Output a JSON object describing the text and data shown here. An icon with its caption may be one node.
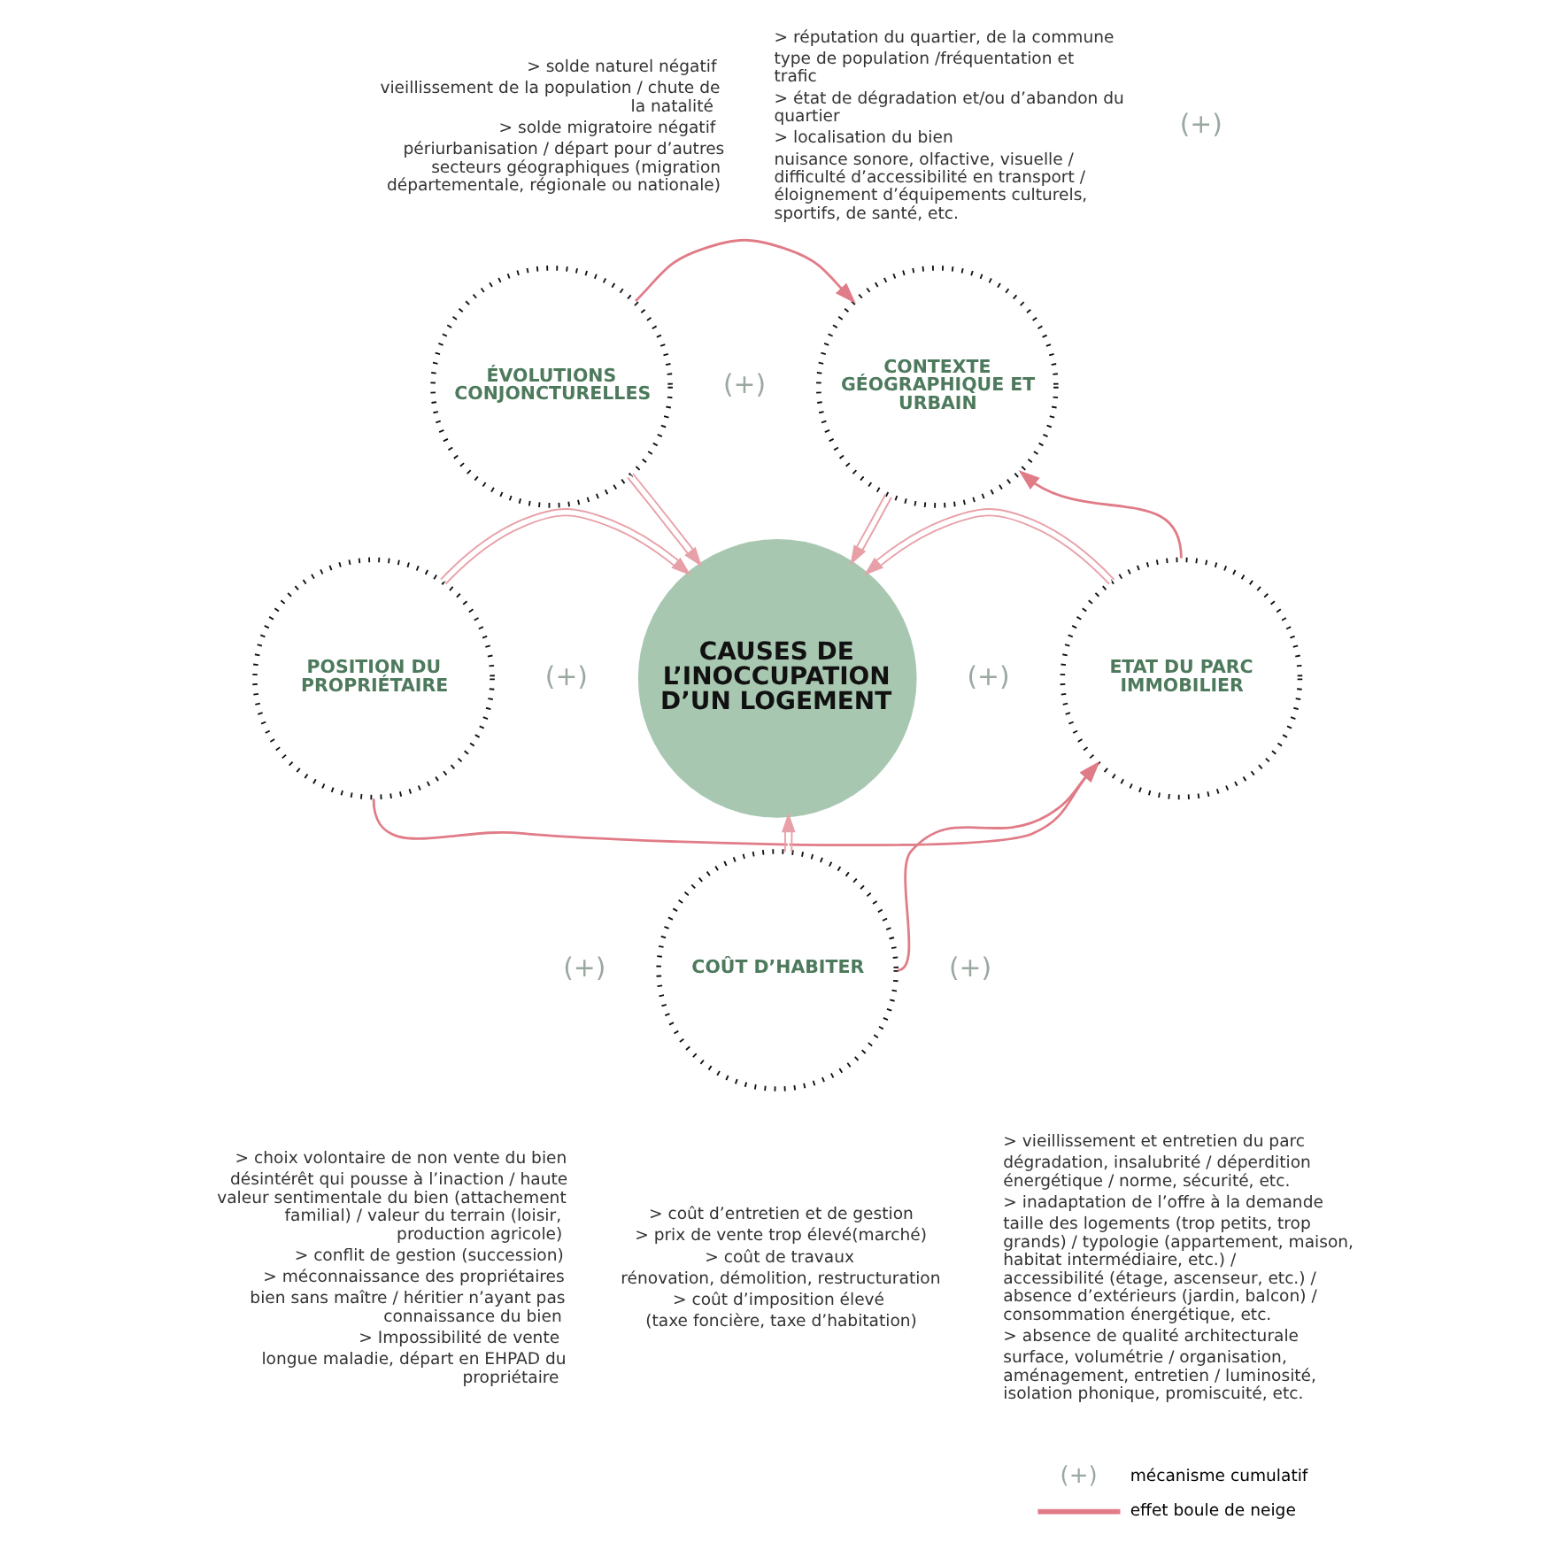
{
  "diagram": {
    "nodes": [
      {
        "text": [
          "CAUSES DE L’INOCCUPATION D’UN LOGEMENT"
        ]
      },
      {
        "text": [
          "ÉVOLUTIONS CONJONCTURELLES"
        ],
        "beside": [
          "> solde naturel négatif",
          "vieillissement de la population / chute de la natalité",
          "> solde migratoire négatif",
          "périurbanisation / départ pour d’autres secteurs géographiques (migration départementale, régionale ou nationale)"
        ]
      },
      {
        "text": [
          "CONTEXTE GÉOGRAPHIQUE ET URBAIN"
        ],
        "beside": [
          "> réputation du quartier, de la commune",
          "type de population /fréquentation et trafic",
          "> état de dégradation et/ou d’abandon du quartier",
          "> localisation du bien",
          "nuisance sonore, olfactive, visuelle / difficulté d’accessibilité en transport / éloignement d’équipements culturels, sportifs, de santé, etc."
        ]
      },
      {
        "text": [
          "POSITION DU PROPRIÉTAIRE"
        ],
        "beside": [
          "> choix volontaire de non vente du bien",
          "désintérêt qui pousse à l’inaction / haute valeur sentimentale du bien (attachement familial) / valeur du terrain (loisir, production agricole)",
          "> conflit de gestion (succession)",
          "> méconnaissance des propriétaires",
          "bien sans maître / héritier n’ayant pas connaissance du bien",
          "> Impossibilité de vente",
          "longue maladie, départ en EHPAD du propriétaire"
        ]
      },
      {
        "text": [
          "ETAT DU PARC IMMOBILIER"
        ],
        "beside": [
          "> vieillissement et entretien du parc",
          "dégradation, insalubrité / déperdition énergétique / norme, sécurité, etc.",
          "> inadaptation de l’offre à la demande",
          "taille des logements (trop petits, trop grands) / typologie (appartement, maison, habitat intermédiaire, etc.) / accessibilité (étage, ascenseur, etc.) / absence d’extérieurs (jardin, balcon) / consommation énergétique, etc.",
          "> absence de qualité architecturale",
          "surface, volumétrie / organisation, aménagement, entretien / luminosité, isolation phonique, promiscuité, etc."
        ]
      },
      {
        "text": [
          "COÛT D’HABITER"
        ],
        "beside": [
          "> coût d’entretien et de gestion",
          "> prix de vente trop élevé(marché)",
          "> coût de travaux",
          "rénovation, démolition, restructuration",
          "> coût d’imposition élevé",
          "(taxe foncière, taxe d’habitation)"
        ]
      }
    ],
    "edges": [
      {
        "from": 1,
        "to": 0,
        "arrow": "to"
      },
      {
        "from": 2,
        "to": 0,
        "arrow": "to"
      },
      {
        "from": 3,
        "to": 0,
        "arrow": "to"
      },
      {
        "from": 4,
        "to": 0,
        "arrow": "to"
      },
      {
        "from": 5,
        "to": 0,
        "arrow": "to"
      },
      {
        "from": 1,
        "to": 2,
        "arrow": "to",
        "color": "#e07c87"
      },
      {
        "from": 4,
        "to": 2,
        "arrow": "to",
        "color": "#e07c87"
      },
      {
        "from": 5,
        "to": 4,
        "arrow": "to",
        "color": "#e07c87"
      },
      {
        "from": 3,
        "to": 4,
        "arrow": "to",
        "color": "#e07c87"
      }
    ],
    "labels": [
      "(+)",
      "(+)",
      "(+)",
      "(+)",
      "(+)",
      "(+)"
    ],
    "legend": [
      {
        "text": "mécanisme cumulatif"
      },
      {
        "text": "effet boule de neige"
      }
    ]
  }
}
